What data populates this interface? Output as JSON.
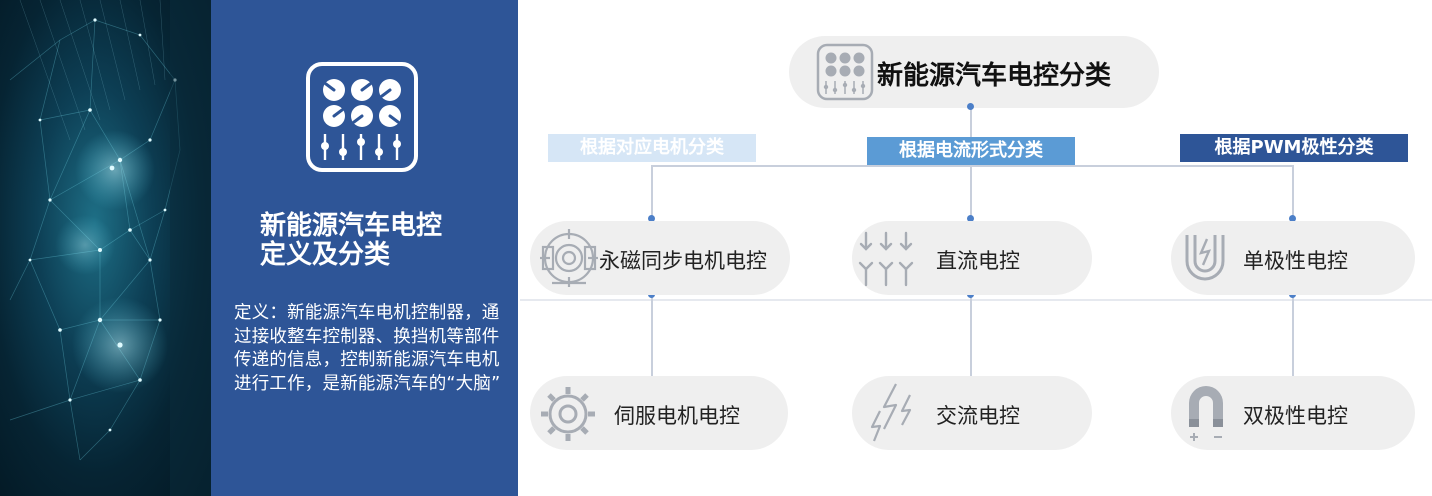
{
  "info": {
    "title_line1": "新能源汽车电控",
    "title_line2": "定义及分类",
    "definition": "定义：新能源汽车电机控制器，通过接收整车控制器、换挡机等部件传递的信息，控制新能源汽车电机进行工作，是新能源汽车的“大脑”"
  },
  "diagram": {
    "root": "新能源汽车电控分类",
    "categories": [
      {
        "label": "根据对应电机分类",
        "color": "#d6e6f6"
      },
      {
        "label": "根据电流形式分类",
        "color": "#5b9bd5"
      },
      {
        "label": "根据PWM极性分类",
        "color": "#2e5597"
      }
    ],
    "nodes": [
      {
        "label": "永磁同步电机电控",
        "icon": "motor-icon"
      },
      {
        "label": "直流电控",
        "icon": "dc-arrows-icon"
      },
      {
        "label": "单极性电控",
        "icon": "magnet-lightning-icon"
      },
      {
        "label": "伺服电机电控",
        "icon": "servo-gear-icon"
      },
      {
        "label": "交流电控",
        "icon": "ac-lightning-icon"
      },
      {
        "label": "双极性电控",
        "icon": "horseshoe-magnet-icon"
      }
    ]
  },
  "colors": {
    "panel_blue": "#2e5597",
    "connector": "#c8cfdc",
    "dot": "#4c7fc8",
    "pill": "#efefef"
  }
}
